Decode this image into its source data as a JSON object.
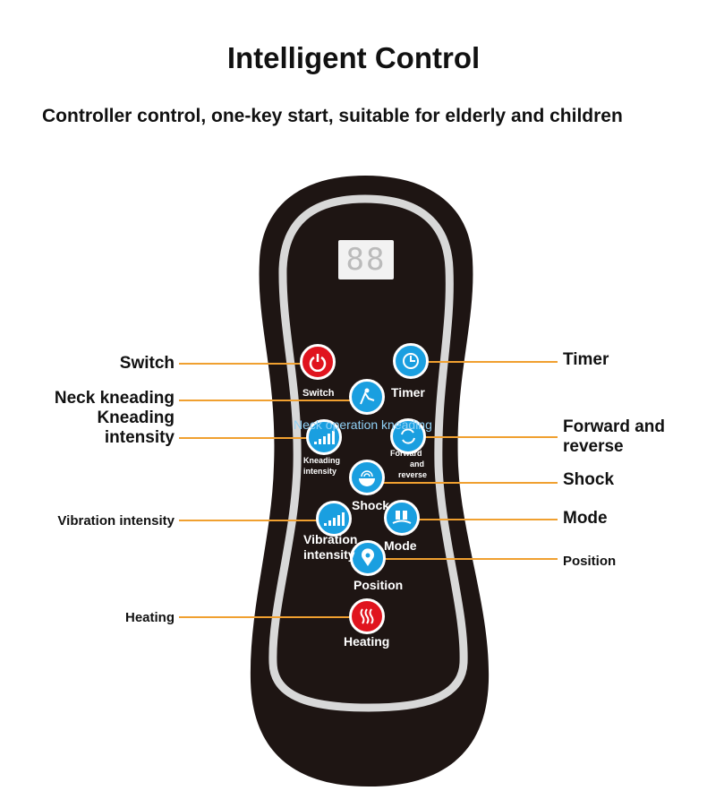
{
  "header": {
    "title": "Intelligent Control",
    "subtitle": "Controller control, one-key start, suitable for elderly and children"
  },
  "display": {
    "value": "88"
  },
  "callouts_left": [
    "Switch",
    "Neck kneading",
    "Kneading intensity",
    "Vibration intensity",
    "Heating"
  ],
  "callouts_right": [
    "Timer",
    "Forward and reverse",
    "Shock",
    "Mode",
    "Position"
  ],
  "buttons": {
    "switch": "Switch",
    "timer": "Timer",
    "neck": "Neck operation kneading",
    "kneading": "Kneading intensity",
    "forward_1": "Forward",
    "forward_2": "and",
    "forward_3": "reverse",
    "shock": "Shock",
    "vibration_1": "Vibration",
    "vibration_2": "intensity",
    "mode": "Mode",
    "position": "Position",
    "heating": "Heating"
  },
  "colors": {
    "accent": "#f0a030",
    "body": "#1e1513",
    "blue": "#1a9fe0",
    "red": "#e0141e"
  }
}
